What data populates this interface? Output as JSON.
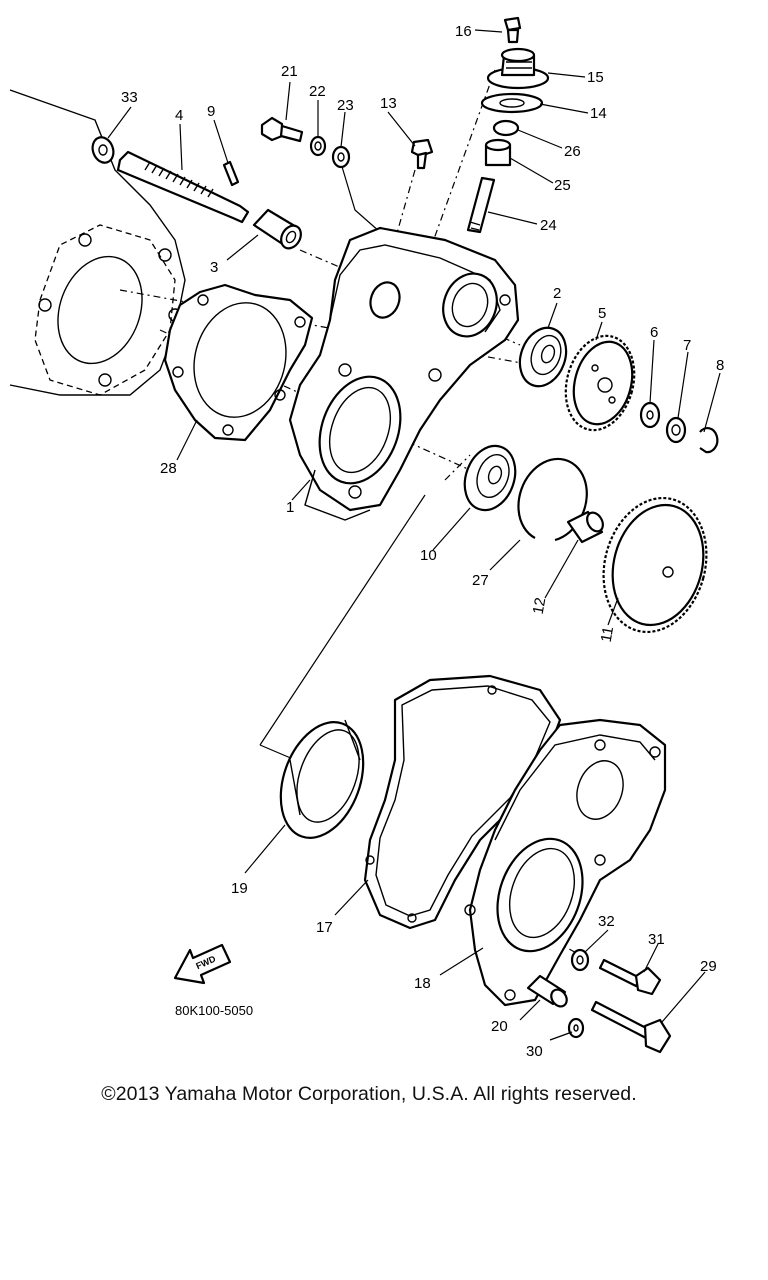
{
  "diagram": {
    "callouts": [
      {
        "id": "c1",
        "text": "1"
      },
      {
        "id": "c2",
        "text": "2"
      },
      {
        "id": "c3",
        "text": "3"
      },
      {
        "id": "c4",
        "text": "4"
      },
      {
        "id": "c5",
        "text": "5"
      },
      {
        "id": "c6",
        "text": "6"
      },
      {
        "id": "c7",
        "text": "7"
      },
      {
        "id": "c8",
        "text": "8"
      },
      {
        "id": "c9",
        "text": "9"
      },
      {
        "id": "c10",
        "text": "10"
      },
      {
        "id": "c11",
        "text": "11"
      },
      {
        "id": "c12",
        "text": "12"
      },
      {
        "id": "c13",
        "text": "13"
      },
      {
        "id": "c14",
        "text": "14"
      },
      {
        "id": "c15",
        "text": "15"
      },
      {
        "id": "c16",
        "text": "16"
      },
      {
        "id": "c17",
        "text": "17"
      },
      {
        "id": "c18",
        "text": "18"
      },
      {
        "id": "c19",
        "text": "19"
      },
      {
        "id": "c20",
        "text": "20"
      },
      {
        "id": "c21",
        "text": "21"
      },
      {
        "id": "c22",
        "text": "22"
      },
      {
        "id": "c23",
        "text": "23"
      },
      {
        "id": "c24",
        "text": "24"
      },
      {
        "id": "c25",
        "text": "25"
      },
      {
        "id": "c26",
        "text": "26"
      },
      {
        "id": "c27",
        "text": "27"
      },
      {
        "id": "c28",
        "text": "28"
      },
      {
        "id": "c29",
        "text": "29"
      },
      {
        "id": "c30",
        "text": "30"
      },
      {
        "id": "c31",
        "text": "31"
      },
      {
        "id": "c32",
        "text": "32"
      },
      {
        "id": "c33",
        "text": "33"
      }
    ],
    "fwd_label": "FWD",
    "diagram_code": "80K100-5050"
  },
  "copyright": "©2013 Yamaha Motor Corporation, U.S.A. All rights reserved.",
  "colors": {
    "ink": "#000000",
    "background": "#ffffff"
  }
}
